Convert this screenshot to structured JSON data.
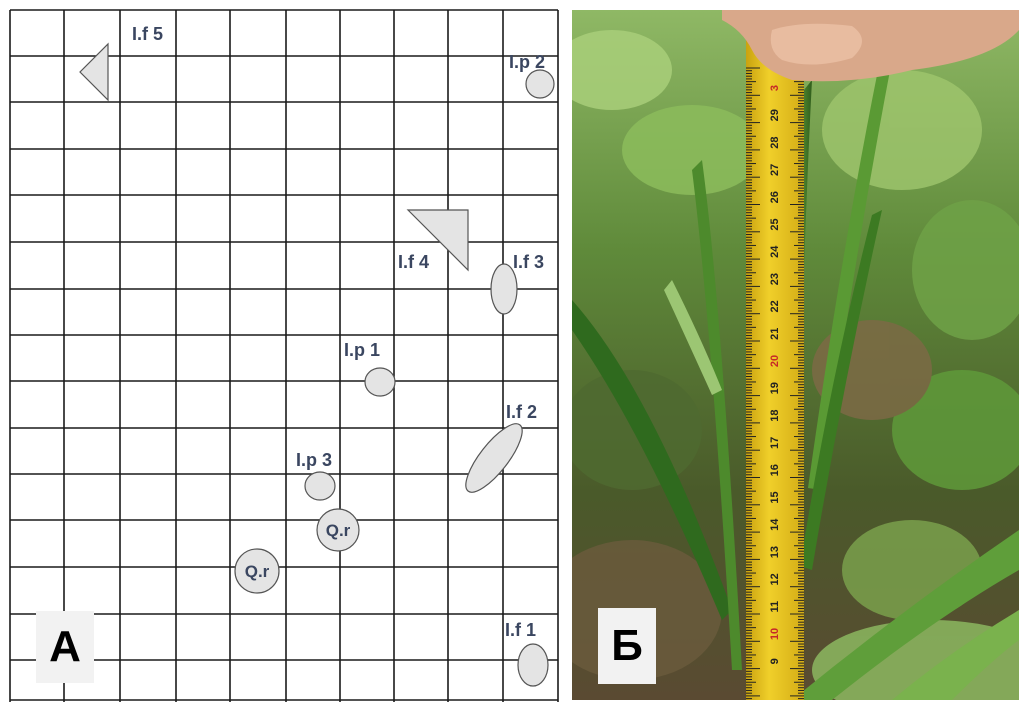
{
  "panel_a": {
    "tag": "А",
    "markers": [
      {
        "label": "I.f 5"
      },
      {
        "label": "I.p 2"
      },
      {
        "label": "I.f 4"
      },
      {
        "label": "I.f 3"
      },
      {
        "label": "I.p 1"
      },
      {
        "label": "I.f 2"
      },
      {
        "label": "I.p 3"
      },
      {
        "label": "Q.r"
      },
      {
        "label": "Q.r"
      },
      {
        "label": "I.f 1"
      }
    ]
  },
  "panel_b": {
    "tag": "Б",
    "ruler_numbers": [
      "3",
      "29",
      "28",
      "27",
      "26",
      "25",
      "24",
      "23",
      "22",
      "21",
      "20",
      "19",
      "18",
      "17",
      "16",
      "15",
      "14",
      "13",
      "12",
      "11",
      "10",
      "9"
    ]
  },
  "colors": {
    "grid_line": "#1a1a1a",
    "marker_fill": "#e4e4e4",
    "label_text": "#3a4660",
    "ruler_yellow": "#e8c21c",
    "foliage_dark": "#2f5d1c",
    "foliage_light": "#7fb04a"
  }
}
